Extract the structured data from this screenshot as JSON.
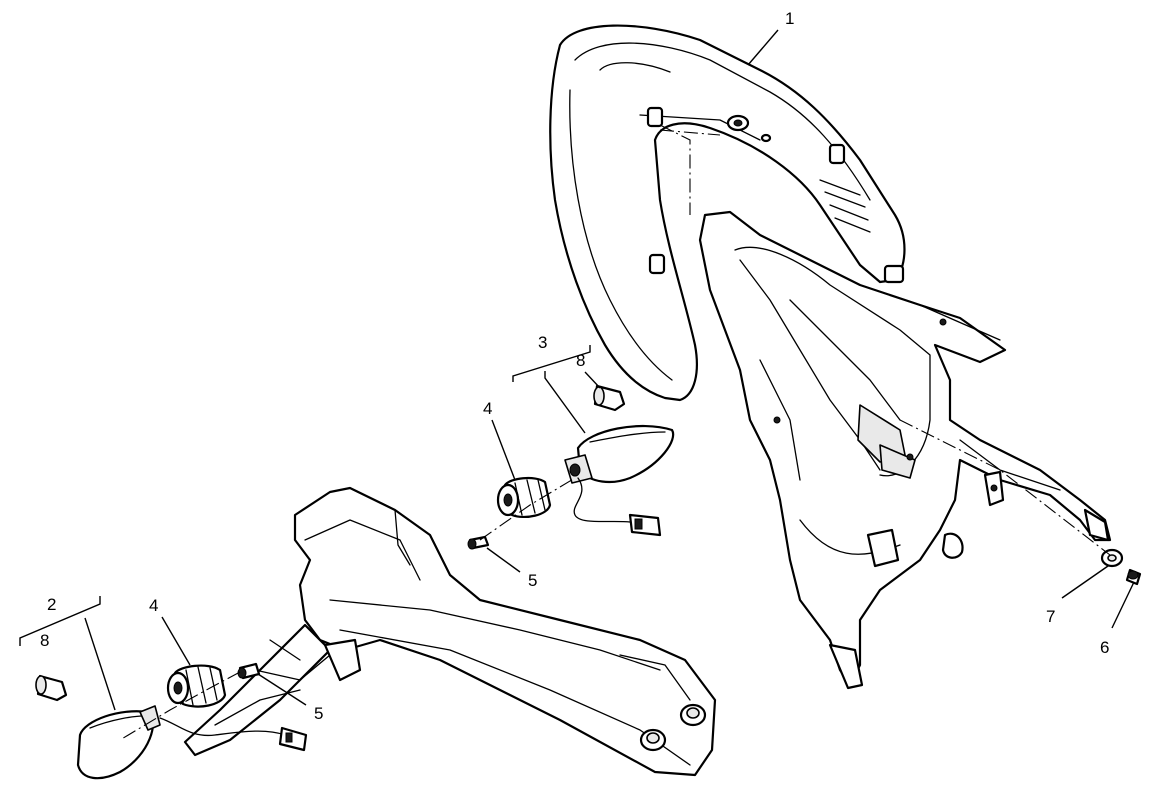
{
  "callouts": [
    {
      "id": "c1",
      "text": "1"
    },
    {
      "id": "c2",
      "text": "2"
    },
    {
      "id": "c3",
      "text": "3"
    },
    {
      "id": "c4a",
      "text": "4"
    },
    {
      "id": "c4b",
      "text": "4"
    },
    {
      "id": "c5a",
      "text": "5"
    },
    {
      "id": "c5b",
      "text": "5"
    },
    {
      "id": "c6",
      "text": "6"
    },
    {
      "id": "c7",
      "text": "7"
    },
    {
      "id": "c8a",
      "text": "8"
    },
    {
      "id": "c8b",
      "text": "8"
    }
  ]
}
